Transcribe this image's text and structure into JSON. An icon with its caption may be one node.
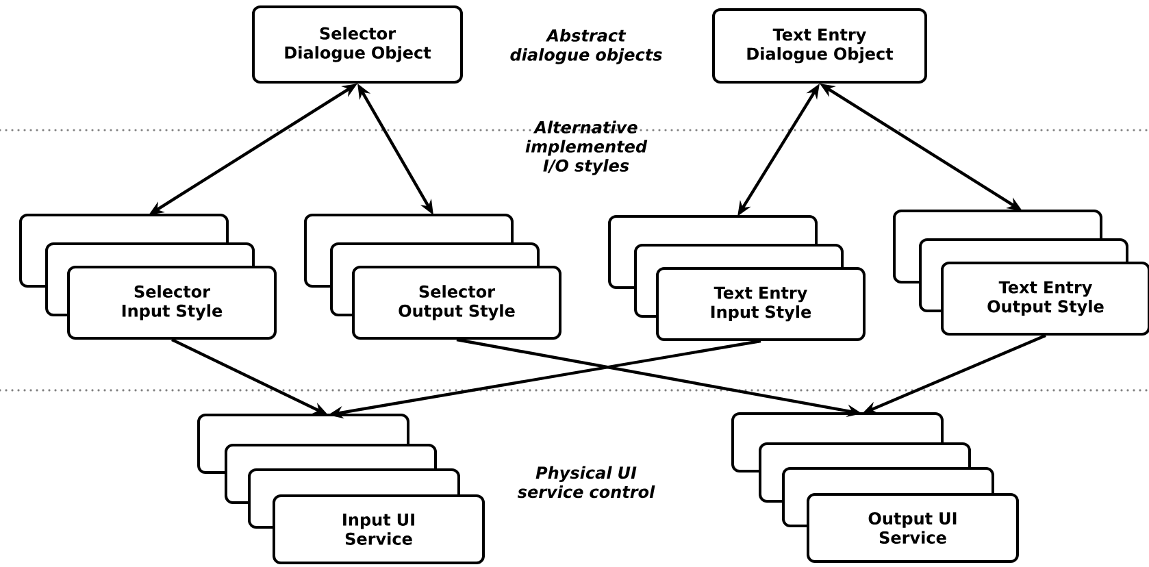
{
  "diagram": {
    "nodes": [
      {
        "text": [
          "Selector Dialogue Object"
        ]
      },
      {
        "text": [
          "Text Entry Dialogue Object"
        ]
      },
      {
        "text": [],
        "shape": "box"
      },
      {
        "text": [],
        "shape": "box"
      },
      {
        "text": [
          "Selector Input Style"
        ]
      },
      {
        "text": [],
        "shape": "box"
      },
      {
        "text": [],
        "shape": "box"
      },
      {
        "text": [
          "Selector Output Style"
        ]
      },
      {
        "text": [],
        "shape": "box"
      },
      {
        "text": [],
        "shape": "box"
      },
      {
        "text": [
          "Text Entry Input Style"
        ]
      },
      {
        "text": [],
        "shape": "box"
      },
      {
        "text": [],
        "shape": "box"
      },
      {
        "text": [
          "Text Entry Output Style"
        ]
      },
      {
        "text": [],
        "shape": "box"
      },
      {
        "text": [],
        "shape": "box"
      },
      {
        "text": [],
        "shape": "box"
      },
      {
        "text": [
          "Input UI Service"
        ]
      },
      {
        "text": [],
        "shape": "box"
      },
      {
        "text": [],
        "shape": "box"
      },
      {
        "text": [],
        "shape": "box"
      },
      {
        "text": [
          "Output UI Service"
        ]
      }
    ],
    "edges": [
      {
        "from": 0,
        "to": 2,
        "arrow": "both"
      },
      {
        "from": 0,
        "to": 5,
        "arrow": "both"
      },
      {
        "from": 1,
        "to": 8,
        "arrow": "both"
      },
      {
        "from": 1,
        "to": 11,
        "arrow": "both"
      },
      {
        "from": 4,
        "to": 14,
        "arrow": "to"
      },
      {
        "from": 7,
        "to": 18,
        "arrow": "to"
      },
      {
        "from": 10,
        "to": 14,
        "arrow": "to"
      },
      {
        "from": 13,
        "to": 18,
        "arrow": "to"
      }
    ],
    "labels": [
      "Abstract dialogue objects",
      "Alternative implemented I/O styles",
      "Physical UI service control"
    ]
  }
}
